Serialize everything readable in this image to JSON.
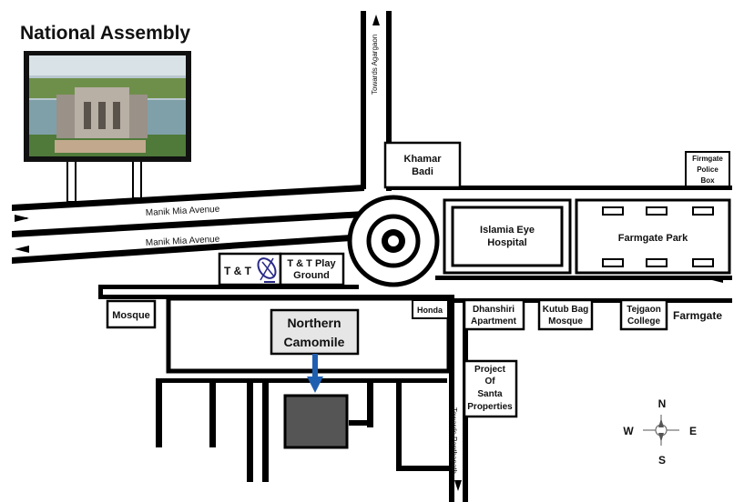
{
  "title": "National Assembly",
  "roads": {
    "manik_upper": "Manik Mia Avenue",
    "manik_lower": "Manik Mia Avenue",
    "agargaon": "Towards Agargaon",
    "panthapath": "Towards Panthapath"
  },
  "places": {
    "khamar_badi": [
      "Khamar",
      "Badi"
    ],
    "police_box": [
      "Firmgate",
      "Police",
      "Box"
    ],
    "islamia": [
      "Islamia Eye",
      "Hospital"
    ],
    "farmgate_park": "Farmgate Park",
    "tt": "T & T",
    "tt_play": [
      "T & T Play",
      "Ground"
    ],
    "mosque": "Mosque",
    "honda": "Honda",
    "dhanshiri": [
      "Dhanshiri",
      "Apartment"
    ],
    "kutub": [
      "Kutub Bag",
      "Mosque"
    ],
    "tejgaon": [
      "Tejgaon",
      "College"
    ],
    "farmgate": "Farmgate",
    "santa": [
      "Project",
      "Of",
      "Santa",
      "Properties"
    ],
    "northern": [
      "Northern",
      "Camomile"
    ]
  },
  "compass": {
    "n": "N",
    "s": "S",
    "e": "E",
    "w": "W"
  },
  "colors": {
    "marker": "#1f5fb0",
    "building": "#555555",
    "label_box": "#e6e6e6"
  }
}
